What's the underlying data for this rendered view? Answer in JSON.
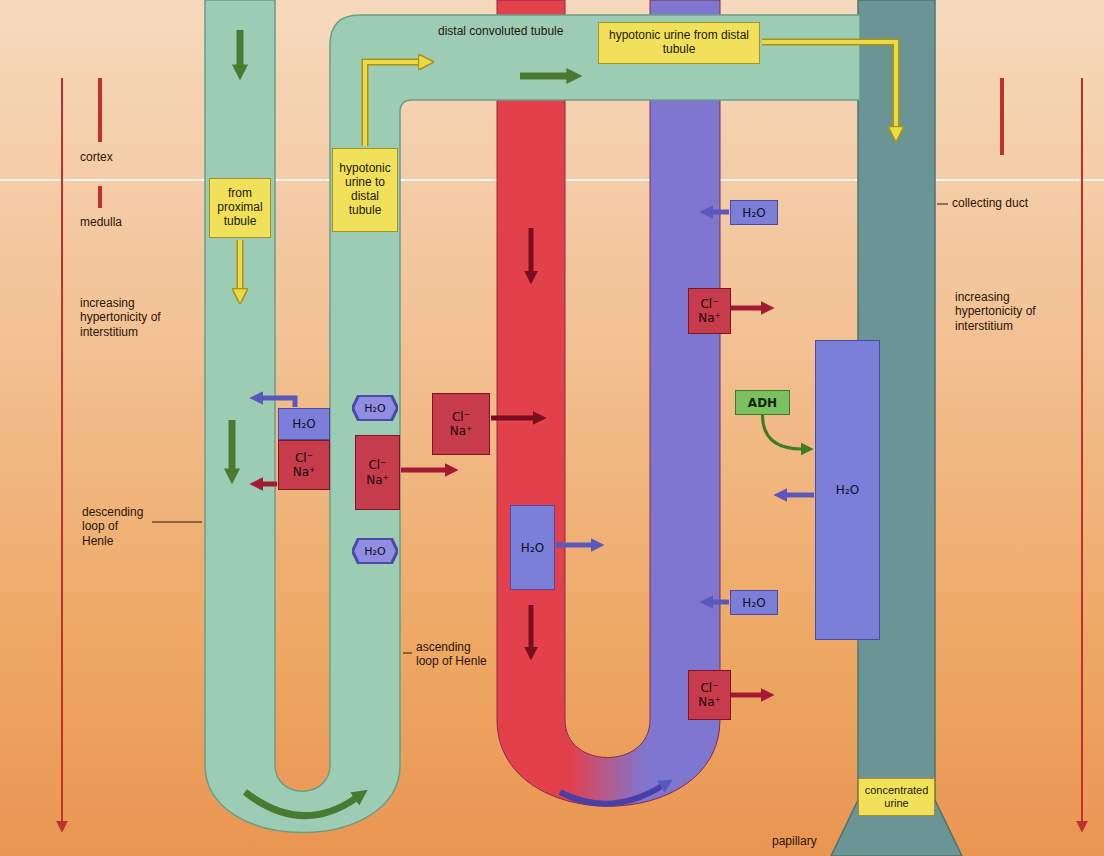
{
  "diagram": {
    "nodes": [
      {
        "text": [
          "hypotonic urine from distal tubule"
        ]
      },
      {
        "text": [
          "hypotonic urine to distal tubule"
        ]
      },
      {
        "text": [
          "from proximal tubule"
        ]
      },
      {
        "text": [
          "H₂O"
        ]
      },
      {
        "text": [
          "Cl⁻ Na⁺"
        ]
      },
      {
        "text": [
          "H₂O"
        ]
      },
      {
        "text": [
          "ADH"
        ]
      },
      {
        "text": [
          "H₂O"
        ]
      },
      {
        "text": [
          "Cl⁻ Na⁺"
        ]
      },
      {
        "text": [
          "H₂O"
        ]
      },
      {
        "text": [
          "Cl⁻ Na⁺"
        ]
      },
      {
        "text": [
          "Cl⁻ Na⁺"
        ]
      },
      {
        "text": [
          "H₂O"
        ]
      },
      {
        "text": [
          "H₂O"
        ]
      },
      {
        "text": [
          "H₂O"
        ]
      },
      {
        "text": [
          "Cl⁻ Na⁺"
        ]
      },
      {
        "text": [
          "concentrated urine"
        ]
      }
    ],
    "edges": [
      {
        "from": 6,
        "to": 5,
        "arrow": "to"
      }
    ],
    "labels": [
      "cortex",
      "medulla",
      "increasing hypertonicity of interstitium",
      "distal convoluted tubule",
      "collecting duct",
      "increasing hypertonicity of interstitium",
      "descending loop of Henle",
      "ascending loop of Henle",
      "papillary"
    ]
  }
}
